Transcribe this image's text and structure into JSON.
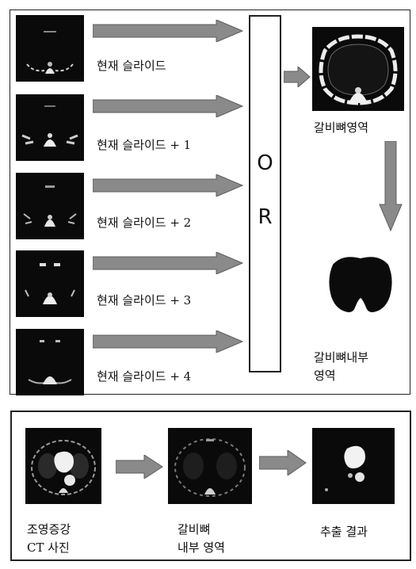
{
  "colors": {
    "arrow": "#8a8a8a",
    "arrow_edge": "#5c5c5c",
    "frame": "#222222",
    "ct_bg": "#0a0a0a"
  },
  "inputs": [
    {
      "label": "현재 슬라이드"
    },
    {
      "label": "현재 슬라이드 + 1"
    },
    {
      "label": "현재 슬라이드 + 2"
    },
    {
      "label": "현재 슬라이드 + 3"
    },
    {
      "label": "현재 슬라이드 + 4"
    }
  ],
  "or_box": {
    "letter_1": "O",
    "letter_2": "R"
  },
  "right_column": {
    "rib_region_label": "갈비뼈영역",
    "rib_interior_label_line1": "갈비뼈내부",
    "rib_interior_label_line2": "영역"
  },
  "bottom": {
    "ct_label_line1": "조영증강",
    "ct_label_line2": "CT 사진",
    "interior_label_line1": "갈비뼈",
    "interior_label_line2": "내부 영역",
    "result_label": "추출 결과"
  }
}
